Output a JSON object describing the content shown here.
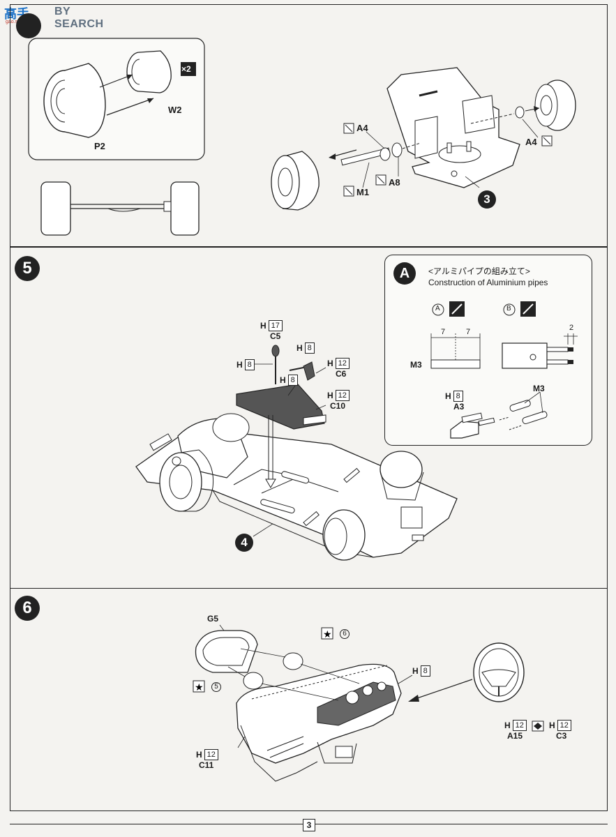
{
  "logo": {
    "brand": "BY SEARCH",
    "cn": "高手",
    "sub": "gao.shou.com"
  },
  "step4": {
    "parts": {
      "p2": "P2",
      "w2": "W2",
      "x2": "×2",
      "a4_left": "A4",
      "a4_right": "A4",
      "a8": "A8",
      "m1": "M1"
    },
    "sub_step": "3"
  },
  "step5": {
    "number": "5",
    "sub_step": "4",
    "parts": [
      {
        "color": "H",
        "code": "17",
        "part": "C5"
      },
      {
        "color": "H",
        "code": "8",
        "part": ""
      },
      {
        "color": "H",
        "code": "8",
        "part": ""
      },
      {
        "color": "H",
        "code": "12",
        "part": "C6"
      },
      {
        "color": "H",
        "code": "8",
        "part": ""
      },
      {
        "color": "H",
        "code": "12",
        "part": "C10"
      }
    ]
  },
  "inset_a": {
    "letter": "A",
    "title_jp": "<アルミパイプの組み立て>",
    "title_en": "Construction of Aluminium pipes",
    "variant_a": "A",
    "variant_b": "B",
    "dim_7a": "7",
    "dim_7b": "7",
    "dim_2": "2",
    "m3_left": "M3",
    "m3_right": "M3",
    "a3_color": "H",
    "a3_code": "8",
    "a3_part": "A3"
  },
  "step6": {
    "number": "6",
    "g5": "G5",
    "star6": "6",
    "star5": "5",
    "h8_color": "H",
    "h8_code": "8",
    "c11_color": "H",
    "c11_code": "12",
    "c11_part": "C11",
    "a15_color": "H",
    "a15_code": "12",
    "a15_part": "A15",
    "c3_color": "H",
    "c3_code": "12",
    "c3_part": "C3"
  },
  "page_number": "3"
}
